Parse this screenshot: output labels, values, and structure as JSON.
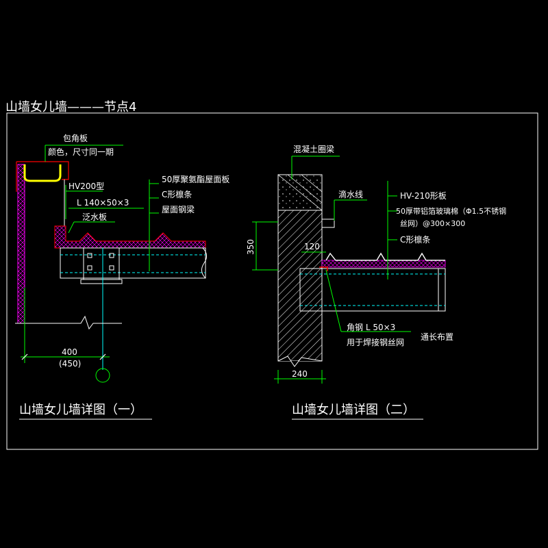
{
  "sheet_title": "山墙女儿墙———节点4",
  "detail1": {
    "caption": "山墙女儿墙详图（一）",
    "label_corner_plate": "包角板",
    "label_color_size": "颜色，尺寸同一期",
    "label_hv200": "HV200型",
    "label_angle": "L  140×50×3",
    "label_flashing": "泛水板",
    "label_roof_panel": "50厚聚氨酯屋面板",
    "label_purlin": "C形檩条",
    "label_steel_beam": "屋面钢梁",
    "dim_400": "400",
    "dim_450": "(450)"
  },
  "detail2": {
    "caption": "山墙女儿墙详图（二）",
    "label_ring_beam": "混凝土圈梁",
    "label_drip": "滴水线",
    "label_hv210": "HV-210形板",
    "label_insulation_1": "50厚带铝箔玻璃棉（Φ1.5不锈钢",
    "label_insulation_2": "丝网）@300×300",
    "label_purlin": "C形檩条",
    "label_angle": "角钢 L 50×3",
    "label_weld": "用于焊接钢丝网",
    "label_continuous": "通长布置",
    "dim_350": "350",
    "dim_120": "120",
    "dim_240": "240"
  },
  "colors": {
    "background": "#000000",
    "text": "#ffffff",
    "outline": "#ffffff",
    "leader": "#00ff00",
    "structure": "#00ffff",
    "detail_red": "#ff0000",
    "insulation": "#ff00ff",
    "concrete": "#ffffff",
    "hatch": "#ffff00"
  }
}
